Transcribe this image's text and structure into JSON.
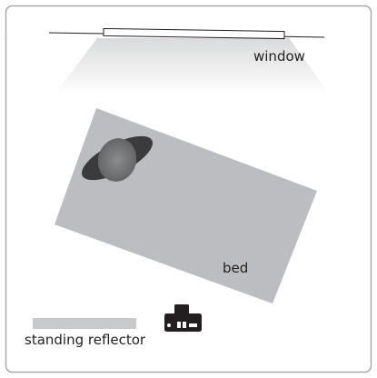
{
  "labels": {
    "window": "window",
    "bed": "bed",
    "reflector": "standing reflector"
  },
  "colors": {
    "frame": "#a7a9ac",
    "bed": "#bcbdc0",
    "reflector": "#c8c9cb",
    "light_spill": "#e6e7e8",
    "subject_dark": "#3a3a3c",
    "subject_head": "#8d8e90",
    "camera": "#231f20",
    "text": "#231f20"
  },
  "icons": [
    "window-icon",
    "bed-shape",
    "subject-icon",
    "camera-icon",
    "reflector-panel"
  ]
}
